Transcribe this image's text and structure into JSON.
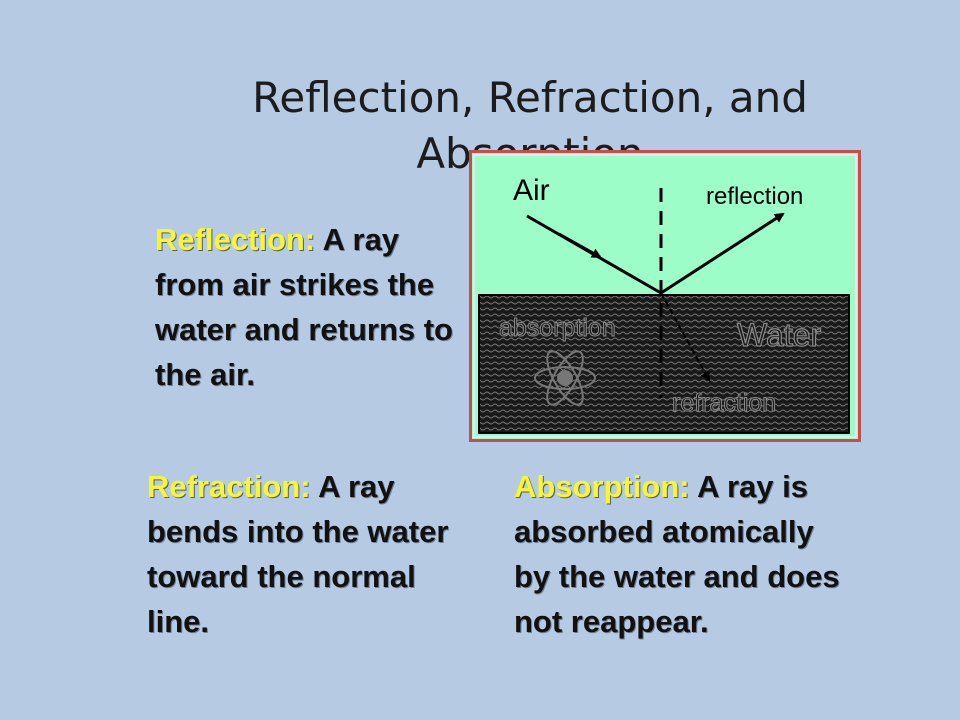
{
  "title": {
    "line1": "Reflection, Refraction, and",
    "line2": "Absorption"
  },
  "paragraphs": {
    "reflection": {
      "term": "Reflection:",
      "text": " A ray from air strikes the water and returns to the air."
    },
    "refraction": {
      "term": "Refraction:",
      "text": " A ray bends into the water toward the normal line."
    },
    "absorption": {
      "term": "Absorption:",
      "text": " A ray is absorbed atomically by the water and does not reappear."
    }
  },
  "diagram": {
    "labels": {
      "air": "Air",
      "reflection": "reflection",
      "water": "Water",
      "absorption": "absorption",
      "refraction": "refraction"
    },
    "icons": [
      "atom-icon"
    ]
  },
  "colors": {
    "background": "#b7cae3",
    "air": "#9cfdc8",
    "water": "#1a1a1a",
    "frame": "#c0504d",
    "term": "#f5f53a"
  }
}
